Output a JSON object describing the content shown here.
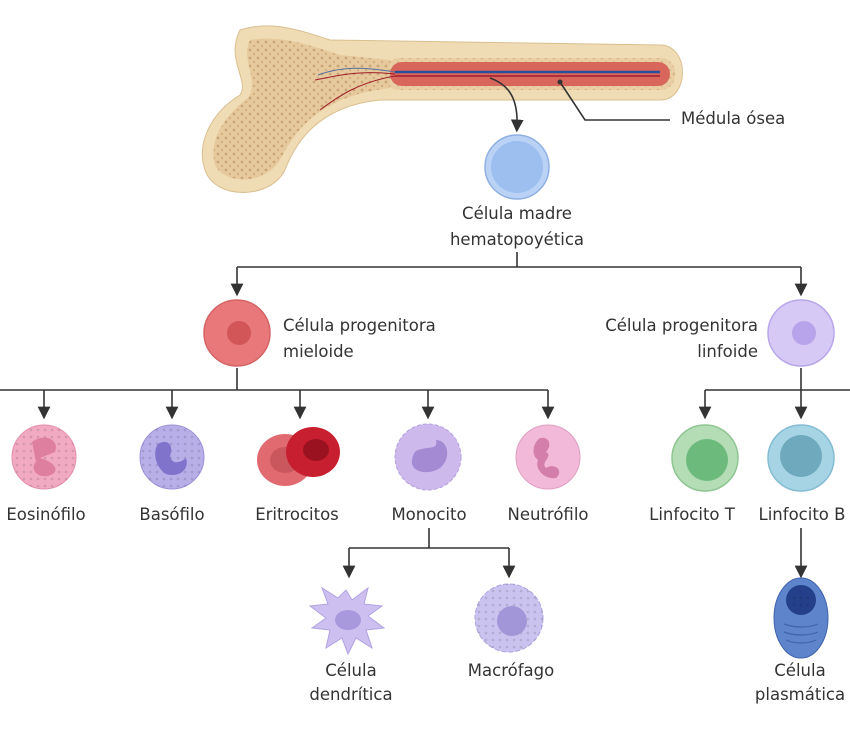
{
  "bone": {
    "label": "Médula ósea"
  },
  "stem_cell": {
    "label_line1": "Célula madre",
    "label_line2": "hematopoyética",
    "color": "#9dbff0"
  },
  "myeloid_progenitor": {
    "label_line1": "Célula progenitora",
    "label_line2": "mieloide",
    "color": "#e8787a"
  },
  "lymphoid_progenitor": {
    "label_line1": "Célula progenitora",
    "label_line2": "linfoide",
    "color": "#c8b8f0"
  },
  "myeloid_cells": [
    {
      "label": "Eosinófilo",
      "color": "#f0a6bf"
    },
    {
      "label": "Basófilo",
      "color": "#b3a8e6"
    },
    {
      "label": "Eritrocitos",
      "color": "#d93845"
    },
    {
      "label": "Monocito",
      "color": "#c9b5ea"
    },
    {
      "label": "Neutrófilo",
      "color": "#f0b5d6"
    }
  ],
  "lymphoid_cells": [
    {
      "label": "Linfocito T",
      "color": "#a9d9ad"
    },
    {
      "label": "Linfocito B",
      "color": "#9ccfe0"
    }
  ],
  "monocyte_derived": [
    {
      "label_line1": "Célula",
      "label_line2": "dendrítica"
    },
    {
      "label": "Macrófago"
    }
  ],
  "b_derived": {
    "label_line1": "Célula",
    "label_line2": "plasmática"
  }
}
